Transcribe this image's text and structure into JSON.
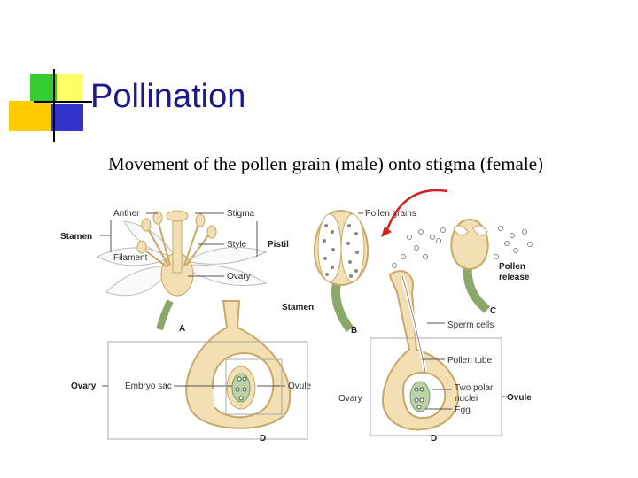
{
  "slide": {
    "title": "Pollination",
    "subtitle": "Movement of the pollen grain (male) onto stigma (female)"
  },
  "labels": {
    "anther": "Anther",
    "stigma": "Stigma",
    "stamen_left": "Stamen",
    "style": "Style",
    "pistil": "Pistil",
    "filament": "Filament",
    "ovary_top": "Ovary",
    "panel_a": "A",
    "pollen_grains": "Pollen grains",
    "pollen_release_1": "Pollen",
    "pollen_release_2": "release",
    "stamen_mid": "Stamen",
    "panel_b": "B",
    "panel_c": "C",
    "sperm_cells": "Sperm cells",
    "pollen_tube": "Pollen tube",
    "ovary_left": "Ovary",
    "embryo_sac": "Embryo sac",
    "ovule_left": "Ovule",
    "panel_d1": "D",
    "two_polar_1": "Two polar",
    "two_polar_2": "nuclei",
    "egg": "Egg",
    "ovule_right": "Ovule",
    "ovary_right": "Ovary",
    "panel_d2": "D"
  },
  "colors": {
    "title": "#1a1a8c",
    "accent_arrow": "#d42020",
    "tan": "#f2dfb3",
    "tan_edge": "#c9a86a",
    "green_stem": "#8aa86a",
    "ovule_green": "#b9d3a6"
  }
}
